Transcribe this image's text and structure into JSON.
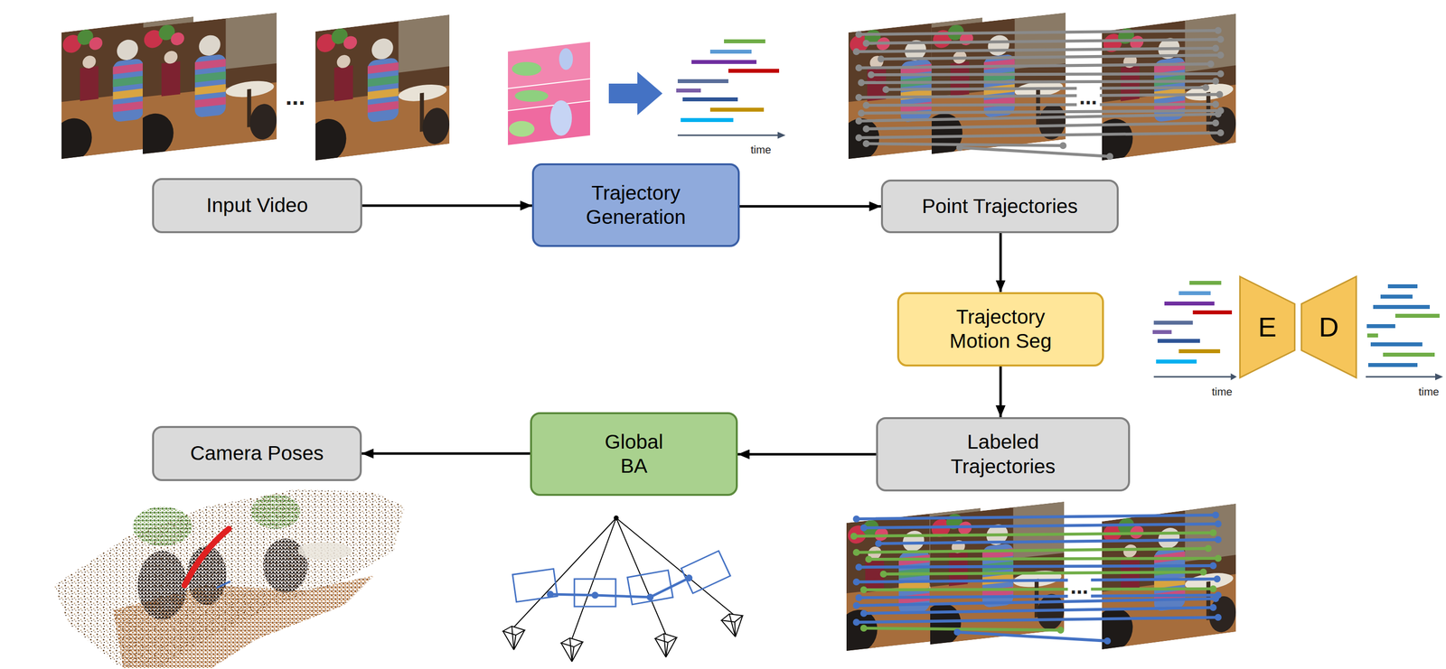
{
  "diagram": {
    "nodes": [
      {
        "text": [
          "Input Video"
        ]
      },
      {
        "text": [
          "Trajectory Generation"
        ]
      },
      {
        "text": [
          "Point Trajectories"
        ]
      },
      {
        "text": [
          "Trajectory Motion Seg"
        ]
      },
      {
        "text": [
          "Labeled Trajectories"
        ]
      },
      {
        "text": [
          "Global BA"
        ]
      },
      {
        "text": [
          "Camera Poses"
        ]
      },
      {
        "text": [
          "E"
        ]
      },
      {
        "text": [
          "D"
        ]
      }
    ],
    "edges": [
      {
        "from": 0,
        "to": 1,
        "arrow": "to"
      },
      {
        "from": 1,
        "to": 2,
        "arrow": "to"
      },
      {
        "from": 2,
        "to": 3,
        "arrow": "to"
      },
      {
        "from": 3,
        "to": 4,
        "arrow": "to"
      },
      {
        "from": 4,
        "to": 5,
        "arrow": "to"
      },
      {
        "from": 5,
        "to": 6,
        "arrow": "to"
      }
    ],
    "labels": [
      "...",
      "time",
      "...",
      "time",
      "time",
      "..."
    ]
  }
}
